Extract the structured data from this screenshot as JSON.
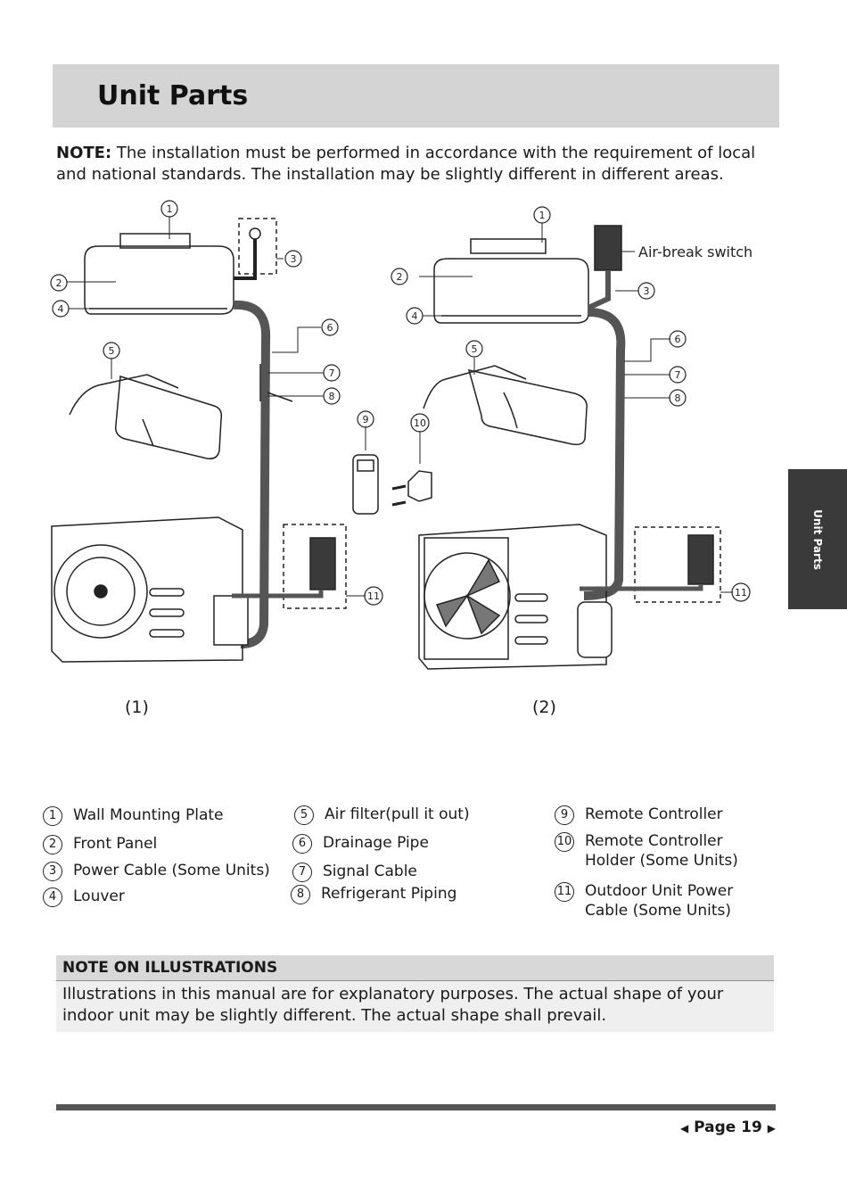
{
  "page": {
    "title": "Unit Parts",
    "side_tab": "Unit Parts",
    "page_label": "Page 19"
  },
  "note": {
    "label": "NOTE:",
    "text": " The installation must be performed in accordance with the requirement of local and national standards. The installation may be slightly different in different areas."
  },
  "figure": {
    "caption_1": "(1)",
    "caption_2": "(2)",
    "air_break_switch": "Air-break switch",
    "callouts": [
      "1",
      "2",
      "3",
      "4",
      "5",
      "6",
      "7",
      "8",
      "9",
      "10",
      "11"
    ]
  },
  "legend": [
    {
      "num": "1",
      "label": "Wall Mounting Plate"
    },
    {
      "num": "2",
      "label": "Front Panel"
    },
    {
      "num": "3",
      "label": "Power Cable (Some Units)"
    },
    {
      "num": "4",
      "label": "Louver"
    },
    {
      "num": "5",
      "label": "Air filter(pull it out)"
    },
    {
      "num": "6",
      "label": "Drainage Pipe"
    },
    {
      "num": "7",
      "label": "Signal Cable"
    },
    {
      "num": "8",
      "label": "Refrigerant Piping"
    },
    {
      "num": "9",
      "label": "Remote Controller"
    },
    {
      "num": "10",
      "label": "Remote Controller Holder (Some Units)"
    },
    {
      "num": "11",
      "label": "Outdoor Unit Power Cable (Some Units)"
    }
  ],
  "note_box": {
    "heading": "NOTE ON ILLUSTRATIONS",
    "text": "Illustrations in this manual are for explanatory purposes. The actual shape of your indoor unit may be slightly different. The actual shape shall prevail."
  }
}
